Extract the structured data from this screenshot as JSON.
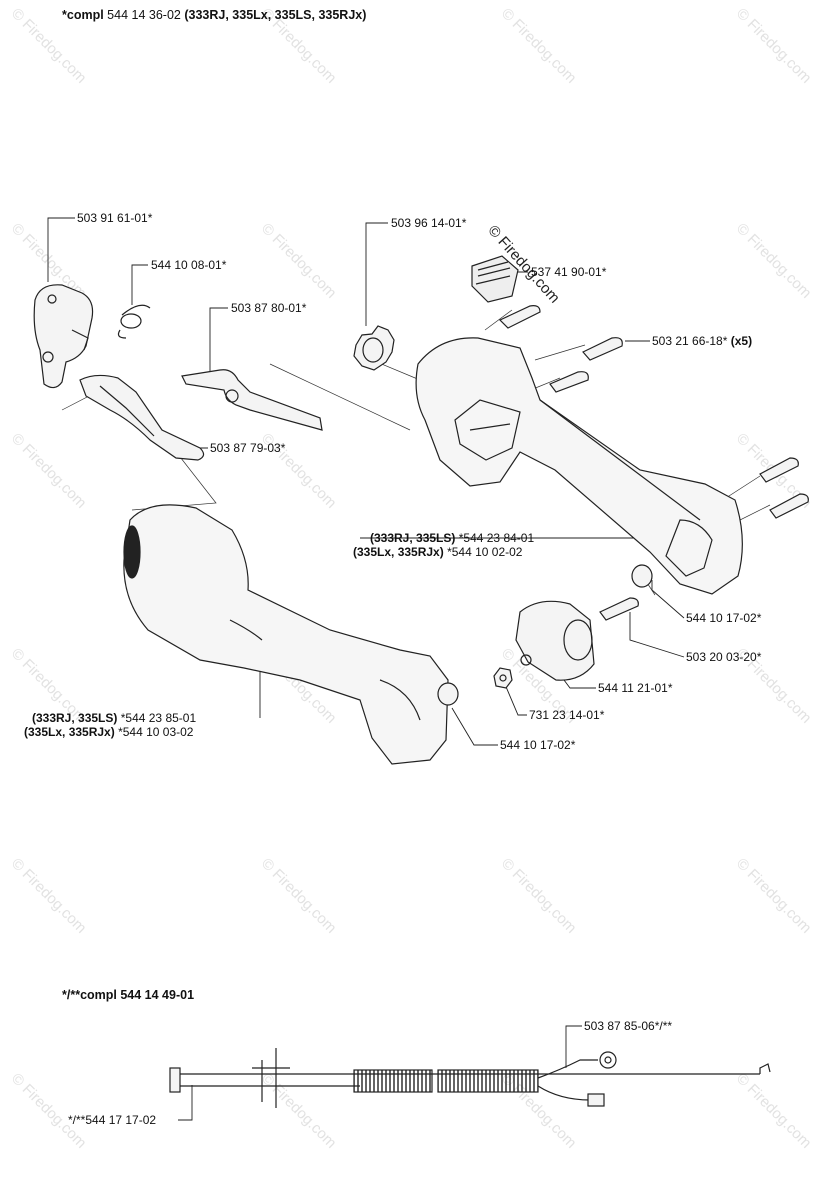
{
  "header": {
    "prefix": "*compl",
    "number": "544 14 36-02",
    "models": "(333RJ, 335Lx, 335LS, 335RJx)"
  },
  "copyright": "© Firedog.com",
  "watermark": "© Firedog.com",
  "parts": {
    "p1": "503 91 61-01*",
    "p2": "544 10 08-01*",
    "p3": "503 87 80-01*",
    "p4": "503 87 79-03*",
    "p5": "503 96 14-01*",
    "p6": "537 41 90-01*",
    "p7": "503 21 66-18*",
    "p7_qty": "(x5)",
    "p8_models_a": "(333RJ, 335LS)",
    "p8_num_a": "*544 23 84-01",
    "p8_models_b": "(335Lx, 335RJx)",
    "p8_num_b": "*544 10 02-02",
    "p9": "544 10 17-02*",
    "p10": "503 20 03-20*",
    "p11": "544 11 21-01*",
    "p12": "731 23 14-01*",
    "p13_models_a": "(333RJ, 335LS)",
    "p13_num_a": "*544 23 85-01",
    "p13_models_b": "(335Lx, 335RJx)",
    "p13_num_b": "*544 10 03-02",
    "p14": "544 10 17-02*"
  },
  "cable_kit": {
    "title": "*/**compl 544 14 49-01",
    "p1": "503 87 85-06*/**",
    "p2": "*/**544 17 17-02"
  }
}
